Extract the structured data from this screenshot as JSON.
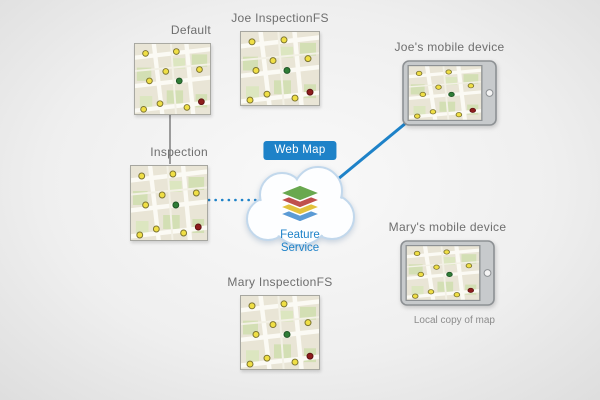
{
  "nodes": {
    "default": {
      "label": "Default"
    },
    "joe_fs": {
      "label": "Joe InspectionFS"
    },
    "inspection": {
      "label": "Inspection"
    },
    "mary_fs": {
      "label": "Mary InspectionFS"
    },
    "joe_device": {
      "label": "Joe's mobile device"
    },
    "mary_device": {
      "label": "Mary's mobile device",
      "caption": "Local copy of map"
    },
    "cloud": {
      "badge": "Web Map",
      "service_label": "Feature Service"
    }
  },
  "icons": {
    "map_thumbnail": "street-map-with-point-dots",
    "tablet_device": "landscape-tablet-with-home-button",
    "cloud": "cloud-outline",
    "layers": "stacked-map-layers"
  },
  "colors": {
    "accent_blue": "#1e82c8",
    "connector_gray": "#9b9b9b",
    "label_gray": "#6e6e6e",
    "caption_gray": "#8c8c8c",
    "map_bg": "#e9e5d6",
    "dot_yellow": "#f0df45",
    "dot_green": "#2f7d36",
    "dot_red": "#8e1d1d"
  }
}
